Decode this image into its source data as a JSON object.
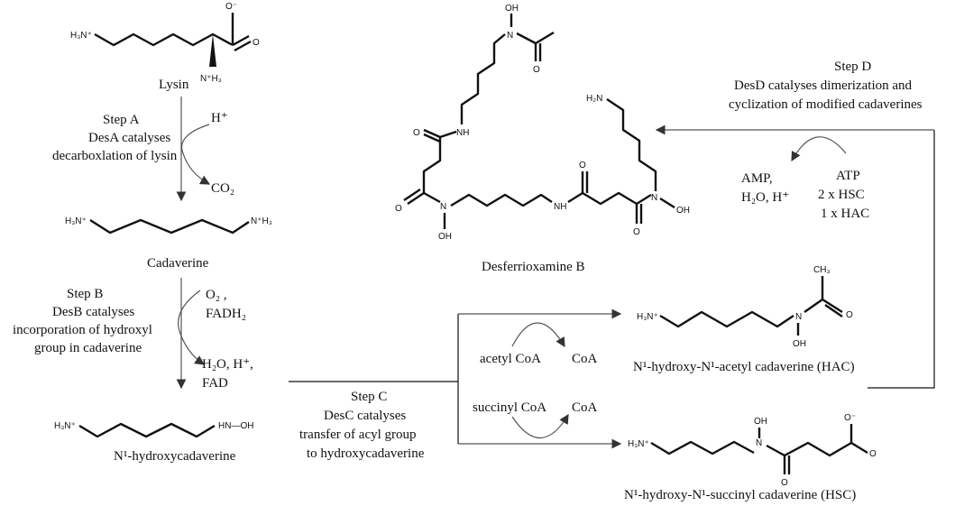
{
  "lysin": {
    "name": "Lysin",
    "h3n": "H₃N⁺",
    "oxygen_minus": "O⁻",
    "oxygen": "O",
    "nh3": "N⁺H₃"
  },
  "step_a": {
    "title": "Step A",
    "line1": "DesA catalyses",
    "line2": "decarboxlation of lysin",
    "reagent_in": "H⁺",
    "reagent_out": "CO₂"
  },
  "cadaverine": {
    "name": "Cadaverine",
    "left": "H₃N⁺",
    "right": "N⁺H₃"
  },
  "step_b": {
    "title": "Step B",
    "line1": "DesB catalyses",
    "line2": "incorporation of hydroxyl",
    "line3": "group in cadaverine",
    "in1": "O₂ ,",
    "in2": "FADH₂",
    "out1": "H₂O, H⁺,",
    "out2": "FAD"
  },
  "hydroxycadaverine": {
    "name": "N¹-hydroxycadaverine",
    "left": "H₃N⁺",
    "right": "HN—OH"
  },
  "step_c": {
    "title": "Step C",
    "line1": "DesC catalyses",
    "line2": "transfer of acyl group",
    "line3": "to hydroxycadaverine",
    "acetyl_in": "acetyl CoA",
    "acetyl_out": "CoA",
    "succinyl_in": "succinyl CoA",
    "succinyl_out": "CoA"
  },
  "hac": {
    "name": "N¹-hydroxy-N¹-acetyl  cadaverine (HAC)",
    "left": "H₃N⁺",
    "n": "N",
    "oh": "OH",
    "o": "O",
    "ch3": "CH₃"
  },
  "hsc": {
    "name": "N¹-hydroxy-N¹-succinyl  cadaverine (HSC)",
    "left": "H₃N⁺",
    "n": "N",
    "oh": "OH",
    "o": "O",
    "o_minus": "O⁻"
  },
  "step_d": {
    "title": "Step D",
    "line1": "DesD catalyses dimerization and",
    "line2": "cyclization of modified cadaverines",
    "out1": "AMP,",
    "out2": "H₂O, H⁺",
    "in1": "ATP",
    "in2": "2 x HSC",
    "in3": "1 x HAC"
  },
  "dfob": {
    "name": "Desferrioxamine B",
    "oh": "OH",
    "o": "O",
    "n": "N",
    "nh": "NH",
    "h2n": "H₂N"
  }
}
